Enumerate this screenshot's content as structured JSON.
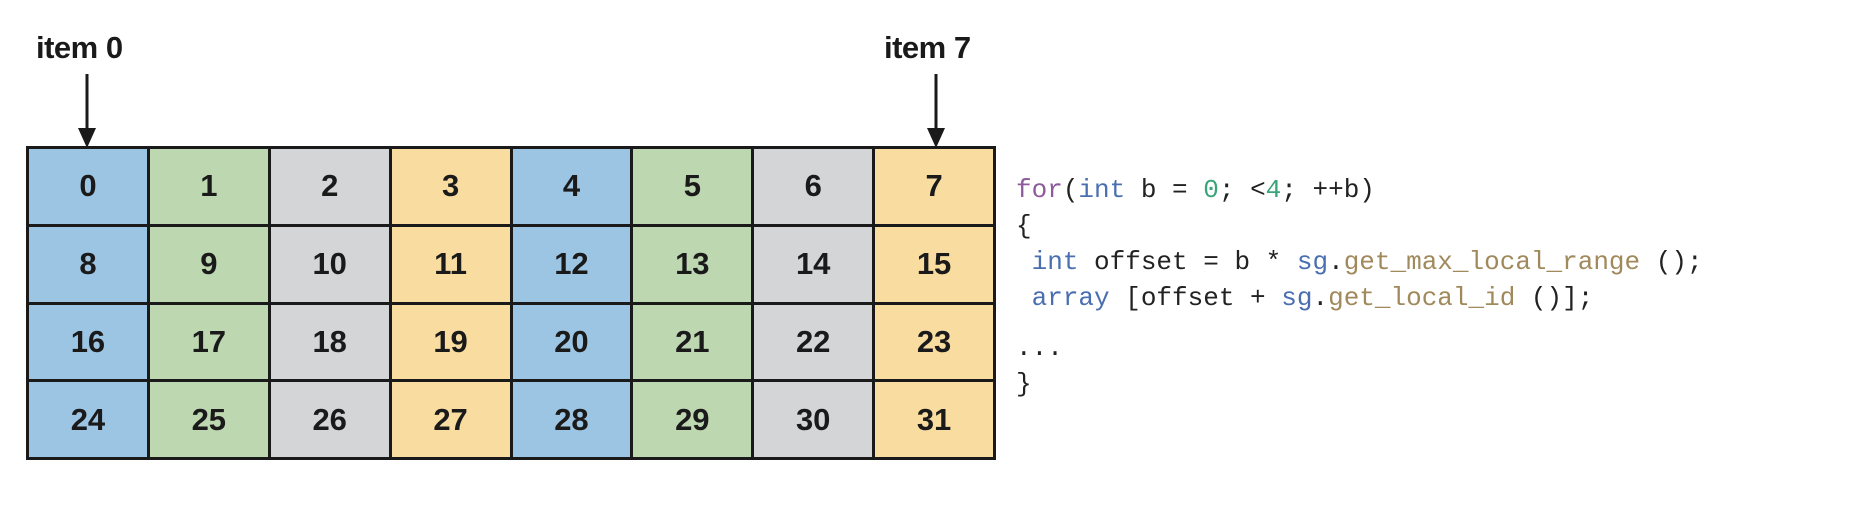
{
  "labels": {
    "first": "item 0",
    "last": "item 7"
  },
  "colors": {
    "blue": "#9cc5e4",
    "green": "#bdd7b1",
    "gray": "#d3d5d6",
    "yellow": "#f9dc9f",
    "border": "#1a1a1a"
  },
  "grid": {
    "column_colors": [
      "blue",
      "green",
      "gray",
      "yellow",
      "blue",
      "green",
      "gray",
      "yellow"
    ],
    "rows": [
      [
        "0",
        "1",
        "2",
        "3",
        "4",
        "5",
        "6",
        "7"
      ],
      [
        "8",
        "9",
        "10",
        "11",
        "12",
        "13",
        "14",
        "15"
      ],
      [
        "16",
        "17",
        "18",
        "19",
        "20",
        "21",
        "22",
        "23"
      ],
      [
        "24",
        "25",
        "26",
        "27",
        "28",
        "29",
        "30",
        "31"
      ]
    ]
  },
  "code": {
    "lines": [
      {
        "tokens": [
          {
            "t": "for",
            "c": "kw"
          },
          {
            "t": "(",
            "c": ""
          },
          {
            "t": "int",
            "c": "ty"
          },
          {
            "t": " b = ",
            "c": ""
          },
          {
            "t": "0",
            "c": "num"
          },
          {
            "t": "; <",
            "c": ""
          },
          {
            "t": "4",
            "c": "num"
          },
          {
            "t": "; ++b)",
            "c": ""
          }
        ]
      },
      {
        "tokens": [
          {
            "t": "{",
            "c": ""
          }
        ]
      },
      {
        "tokens": [
          {
            "t": " ",
            "c": ""
          },
          {
            "t": "int",
            "c": "ty"
          },
          {
            "t": " offset = b * ",
            "c": ""
          },
          {
            "t": "sg",
            "c": "ty"
          },
          {
            "t": ".",
            "c": ""
          },
          {
            "t": "get_max_local_range",
            "c": "fn"
          },
          {
            "t": " ();",
            "c": ""
          }
        ]
      },
      {
        "tokens": [
          {
            "t": " ",
            "c": ""
          },
          {
            "t": "array",
            "c": "ty"
          },
          {
            "t": " [offset + ",
            "c": ""
          },
          {
            "t": "sg",
            "c": "ty"
          },
          {
            "t": ".",
            "c": ""
          },
          {
            "t": "get_local_id",
            "c": "fn"
          },
          {
            "t": " ()];",
            "c": ""
          }
        ]
      },
      {
        "tokens": [
          {
            "t": "...",
            "c": ""
          }
        ],
        "gap": true
      },
      {
        "tokens": [
          {
            "t": "}",
            "c": ""
          }
        ]
      }
    ]
  }
}
